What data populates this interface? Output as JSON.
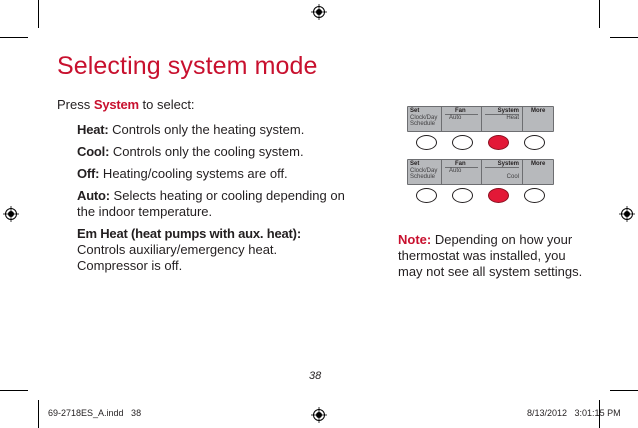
{
  "header": {
    "title": "Selecting system mode"
  },
  "intro": {
    "prefix": "Press ",
    "keyword": "System",
    "suffix": " to select:"
  },
  "modes": [
    {
      "term": "Heat:",
      "desc": " Controls only the heating system."
    },
    {
      "term": "Cool:",
      "desc": " Controls only the cooling system."
    },
    {
      "term": "Off:",
      "desc": " Heating/cooling systems are off."
    },
    {
      "term": "Auto:",
      "desc": " Selects heating or cooling depending on the indoor temperature."
    },
    {
      "term": "Em Heat (heat pumps with aux. heat):",
      "desc": "Controls auxiliary/emergency heat. Compressor is off."
    }
  ],
  "note": {
    "label": "Note:",
    "text": " Depending on how your thermostat was installed, you may not see all system settings."
  },
  "thermostat_panels": [
    {
      "set_label": "Set",
      "set_lines": [
        "Clock/Day",
        "Schedule"
      ],
      "fan_label": "Fan",
      "fan_value": "Auto",
      "system_label": "System",
      "system_value": "Heat",
      "more_label": "More",
      "active_button": 2
    },
    {
      "set_label": "Set",
      "set_lines": [
        "Clock/Day",
        "Schedule"
      ],
      "fan_label": "Fan",
      "fan_value": "Auto",
      "system_label": "System",
      "system_value": "Cool",
      "more_label": "More",
      "active_button": 2
    }
  ],
  "page_number": "38",
  "footer": {
    "file": "69-2718ES_A.indd   38",
    "timestamp": "8/13/2012   3:01:15 PM"
  },
  "colors": {
    "accent": "#c8102e",
    "button_active": "#e31837",
    "display_bg": "#b7b9bc"
  }
}
